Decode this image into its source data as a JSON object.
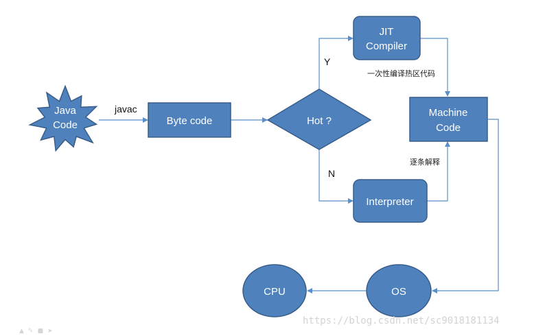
{
  "diagram": {
    "nodes": {
      "java_code": [
        "Java",
        "Code"
      ],
      "byte_code": "Byte code",
      "hot": "Hot ?",
      "jit": [
        "JIT",
        "Compiler"
      ],
      "machine": [
        "Machine",
        "Code"
      ],
      "interpreter": "Interpreter",
      "os": "OS",
      "cpu": "CPU"
    },
    "edges": {
      "javac": "javac",
      "yes": "Y",
      "no": "N",
      "jit_note": "一次性编译热区代码",
      "interp_note": "逐条解释"
    }
  },
  "watermark": "https://blog.csdn.net/sc9018181134",
  "colors": {
    "node_fill": "#4f81bd",
    "node_stroke": "#385d8a",
    "edge": "#5b8fc9"
  },
  "toolbar_icons": [
    "arrow-icon",
    "pen-icon",
    "menu-icon",
    "next-icon"
  ]
}
